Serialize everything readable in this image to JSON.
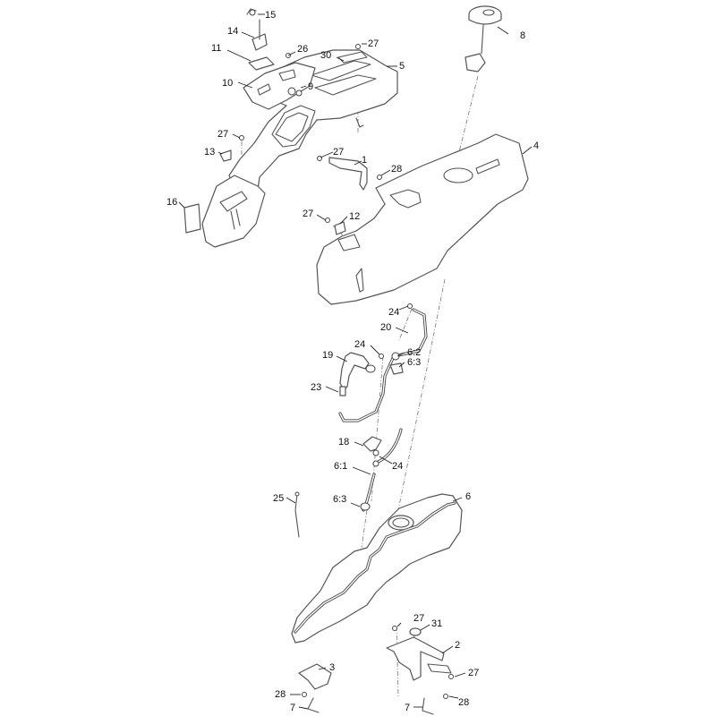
{
  "diagram": {
    "callouts": {
      "c15": "15",
      "c14": "14",
      "c11": "11",
      "c26": "26",
      "c27a": "27",
      "c30": "30",
      "c5": "5",
      "c10": "10",
      "c9": "9",
      "c8": "8",
      "c27b": "27",
      "c13": "13",
      "c4": "4",
      "c27c": "27",
      "c1": "1",
      "c28a": "28",
      "c16": "16",
      "c27d": "27",
      "c12": "12",
      "c24a": "24",
      "c20": "20",
      "c24b": "24",
      "c62a": "6:2",
      "c19": "19",
      "c63a": "6:3",
      "c23": "23",
      "c18": "18",
      "c61": "6:1",
      "c24c": "24",
      "c25": "25",
      "c6": "6",
      "c63b": "6:3",
      "c27e": "27",
      "c31": "31",
      "c2": "2",
      "c27f": "27",
      "c3": "3",
      "c28b": "28",
      "c7a": "7",
      "c28c": "28",
      "c7b": "7"
    }
  }
}
